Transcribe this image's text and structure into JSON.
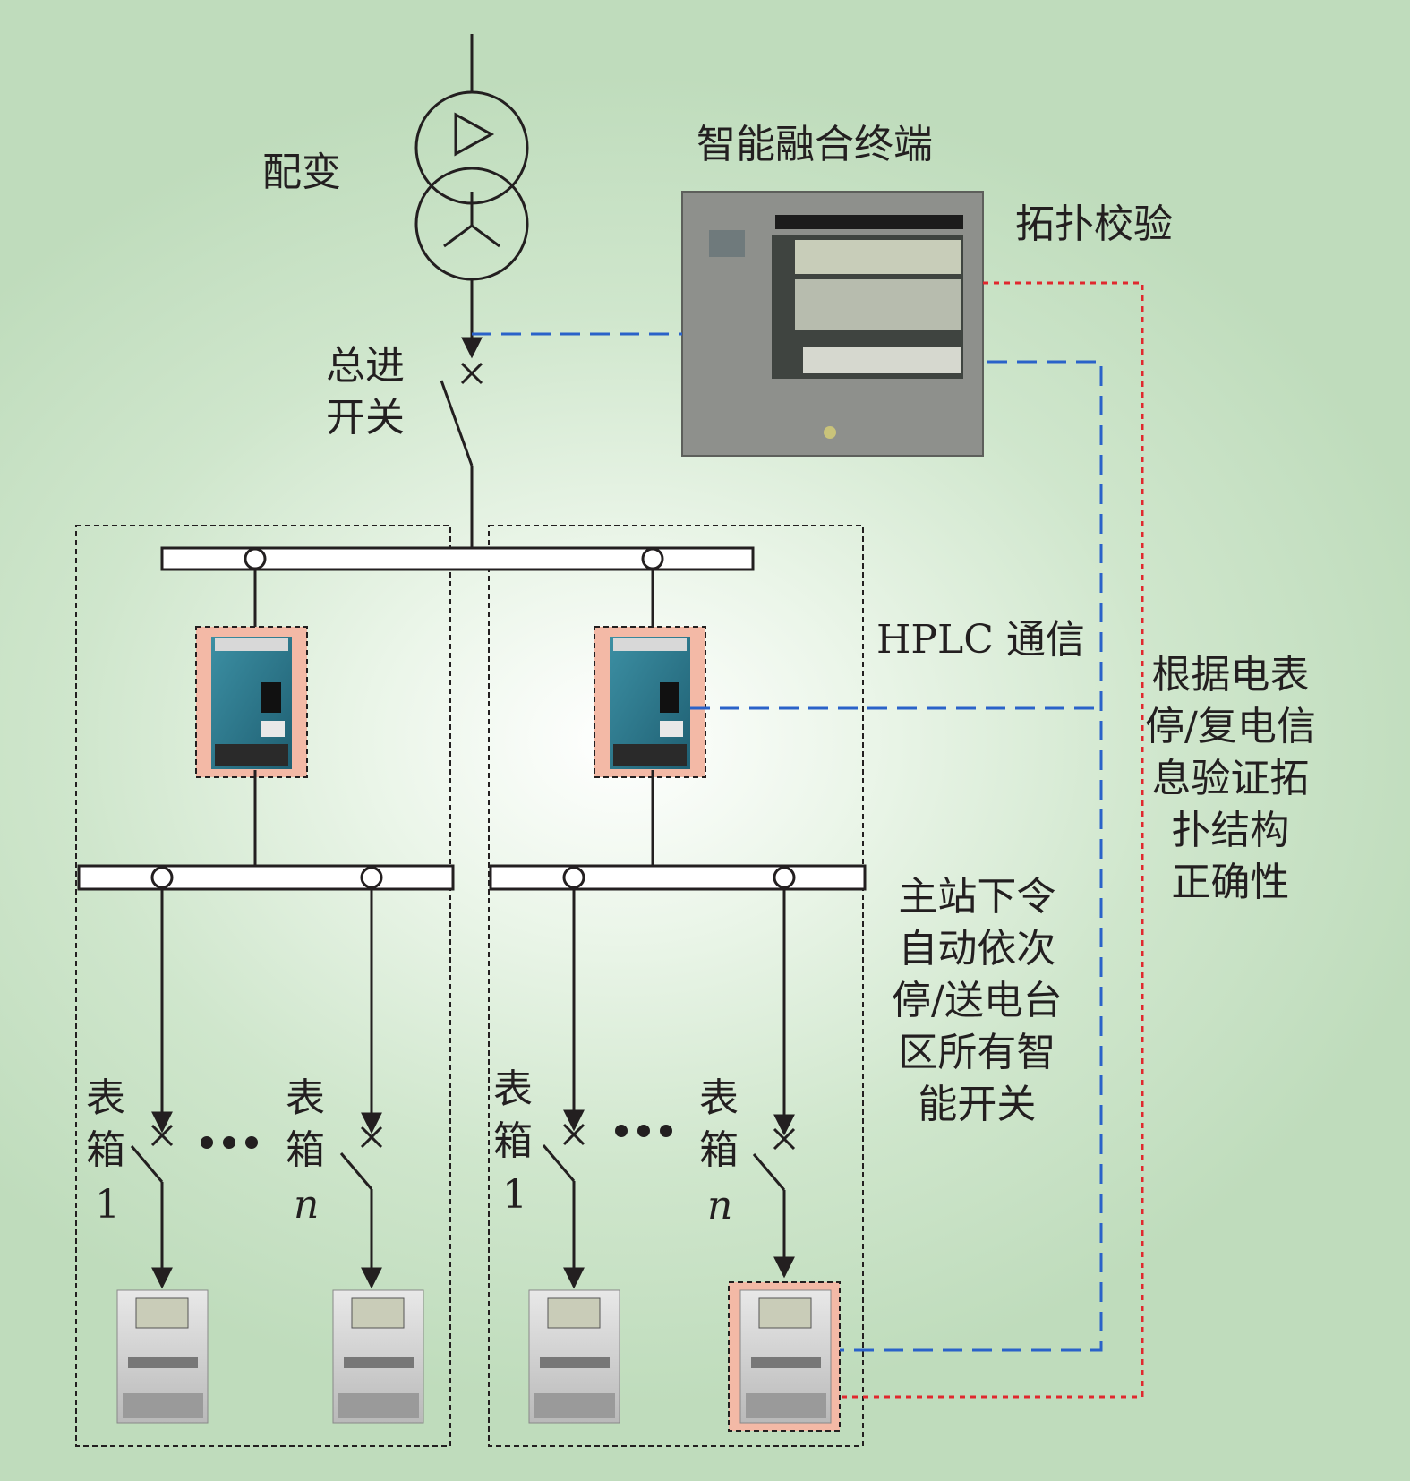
{
  "labels": {
    "transformer": "配变",
    "main_switch": "总进\n开关",
    "terminal": "智能融合终端",
    "topology_check": "拓扑校验",
    "hplc": "HPLC 通信",
    "verify": "根据电表\n停/复电信\n息验证拓\n扑结构\n正确性",
    "master": "主站下令\n自动依次\n停/送电台\n区所有智\n能开关",
    "meterbox_1a": "表\n箱",
    "meterbox_1a_n": "1",
    "meterbox_na": "表\n箱",
    "meterbox_na_n": "n",
    "meterbox_1b": "表\n箱",
    "meterbox_1b_n": "1",
    "meterbox_nb": "表\n箱",
    "meterbox_nb_n": "n"
  },
  "colors": {
    "line": "#231f20",
    "hplc_link": "#2a62c9",
    "verify_link": "#e0282e",
    "highlight": "#f3b9a6"
  }
}
